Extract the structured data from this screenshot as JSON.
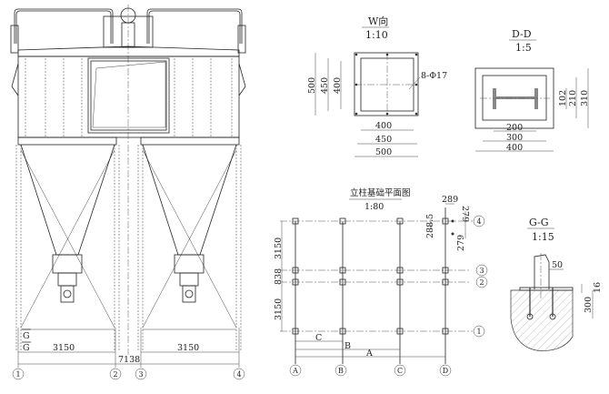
{
  "elevation": {
    "dims": {
      "left_span": "3150",
      "right_span": "3150",
      "total": "7138"
    },
    "section_mark": "G",
    "axes": [
      "1",
      "2",
      "3",
      "4"
    ]
  },
  "w_view": {
    "title": "W向",
    "scale": "1:10",
    "hole_note": "8-Φ17",
    "vertical_dims": [
      "500",
      "450",
      "400"
    ],
    "horizontal_dims": [
      "400",
      "450",
      "500"
    ]
  },
  "dd_section": {
    "title": "D-D",
    "scale": "1:5",
    "vertical_dims": [
      "102",
      "210",
      "310"
    ],
    "horizontal_dims": [
      "200",
      "300",
      "400"
    ]
  },
  "foundation_plan": {
    "title": "立柱基础平面图",
    "scale": "1:80",
    "row_dims": [
      "3150",
      "838",
      "3150"
    ],
    "detail_dims": {
      "d289": "289",
      "d288_5": "288.5",
      "d279_top": "279",
      "d279_bottom": "279"
    },
    "span_labels": [
      "C",
      "B",
      "A"
    ],
    "row_axes": [
      "4",
      "3",
      "2",
      "1"
    ],
    "col_axes": [
      "A",
      "B",
      "C",
      "D"
    ]
  },
  "gg_section": {
    "title": "G-G",
    "scale": "1:15",
    "dims": {
      "offset": "50",
      "plate": "16",
      "depth": "300"
    }
  }
}
